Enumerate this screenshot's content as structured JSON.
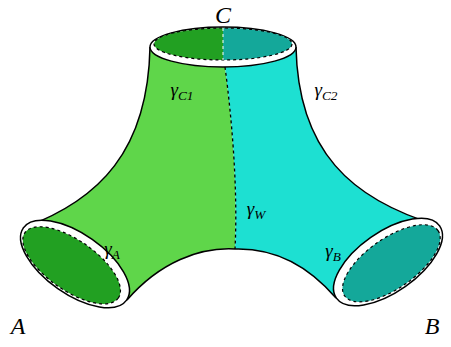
{
  "diagram": {
    "labels": [
      "C",
      "γC1",
      "γC2",
      "γW",
      "γA",
      "γB",
      "A",
      "B"
    ]
  }
}
